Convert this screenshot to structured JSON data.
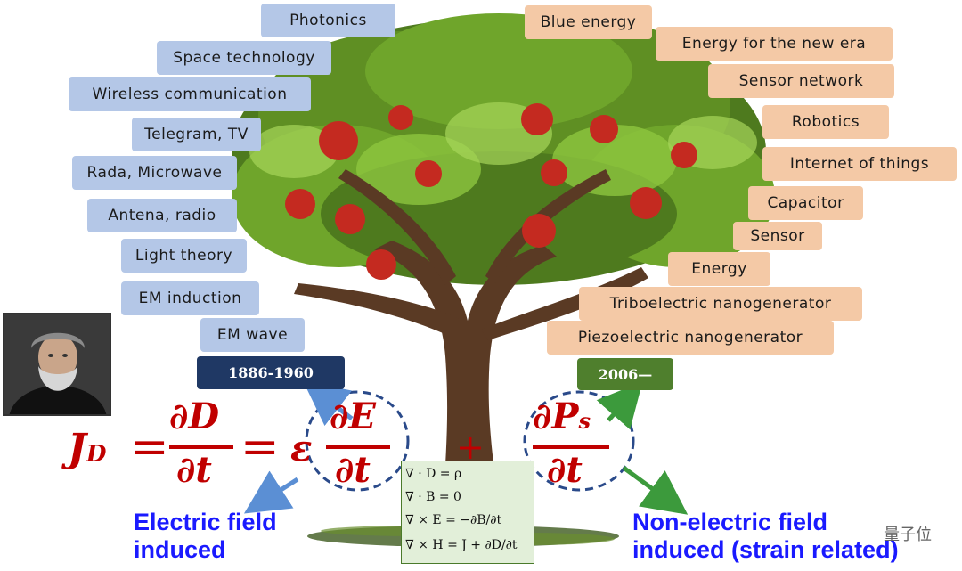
{
  "left_labels": [
    {
      "id": "photonics",
      "text": "Photonics"
    },
    {
      "id": "space",
      "text": "Space technology"
    },
    {
      "id": "wireless",
      "text": "Wireless communication"
    },
    {
      "id": "telegram",
      "text": "Telegram, TV"
    },
    {
      "id": "rada",
      "text": "Rada, Microwave"
    },
    {
      "id": "antena",
      "text": "Antena, radio"
    },
    {
      "id": "light",
      "text": "Light theory"
    },
    {
      "id": "em-induction",
      "text": "EM induction"
    },
    {
      "id": "em-wave",
      "text": "EM wave"
    }
  ],
  "right_labels": [
    {
      "id": "blue-energy",
      "text": "Blue energy"
    },
    {
      "id": "new-era",
      "text": "Energy for the new era"
    },
    {
      "id": "sensor-network",
      "text": "Sensor network"
    },
    {
      "id": "robotics",
      "text": "Robotics"
    },
    {
      "id": "iot",
      "text": "Internet of things"
    },
    {
      "id": "capacitor",
      "text": "Capacitor"
    },
    {
      "id": "sensor",
      "text": "Sensor"
    },
    {
      "id": "energy",
      "text": "Energy"
    },
    {
      "id": "teng",
      "text": "Triboelectric nanogenerator"
    },
    {
      "id": "peng",
      "text": "Piezoelectric nanogenerator"
    }
  ],
  "years": {
    "left": "1886-1960",
    "right": "2006—"
  },
  "equation": {
    "lhs": "J",
    "lhs_sub": "D",
    "eq1": "=",
    "d_num": "∂D",
    "d_den": "∂t",
    "eq2": "=",
    "eps": "ε",
    "e_num": "∂E",
    "e_den": "∂t",
    "plus": "+",
    "p_num": "∂P",
    "p_sub": "s",
    "p_den": "∂t"
  },
  "captions": {
    "left_line1": "Electric field",
    "left_line2": "induced",
    "right_line1": "Non-electric field",
    "right_line2": "induced (strain related)"
  },
  "maxwell": [
    "∇ · D = ρ",
    "∇ · B = 0",
    "∇ × E = −∂B/∂t",
    "∇ × H = J + ∂D/∂t"
  ],
  "watermark": "量子位",
  "colors": {
    "blue_box": "#b4c7e7",
    "peach_box": "#f4c9a6",
    "equation": "#c00000",
    "caption": "#1a1aff",
    "arrow_blue": "#5b8fd4",
    "arrow_green": "#3c9a3c"
  }
}
